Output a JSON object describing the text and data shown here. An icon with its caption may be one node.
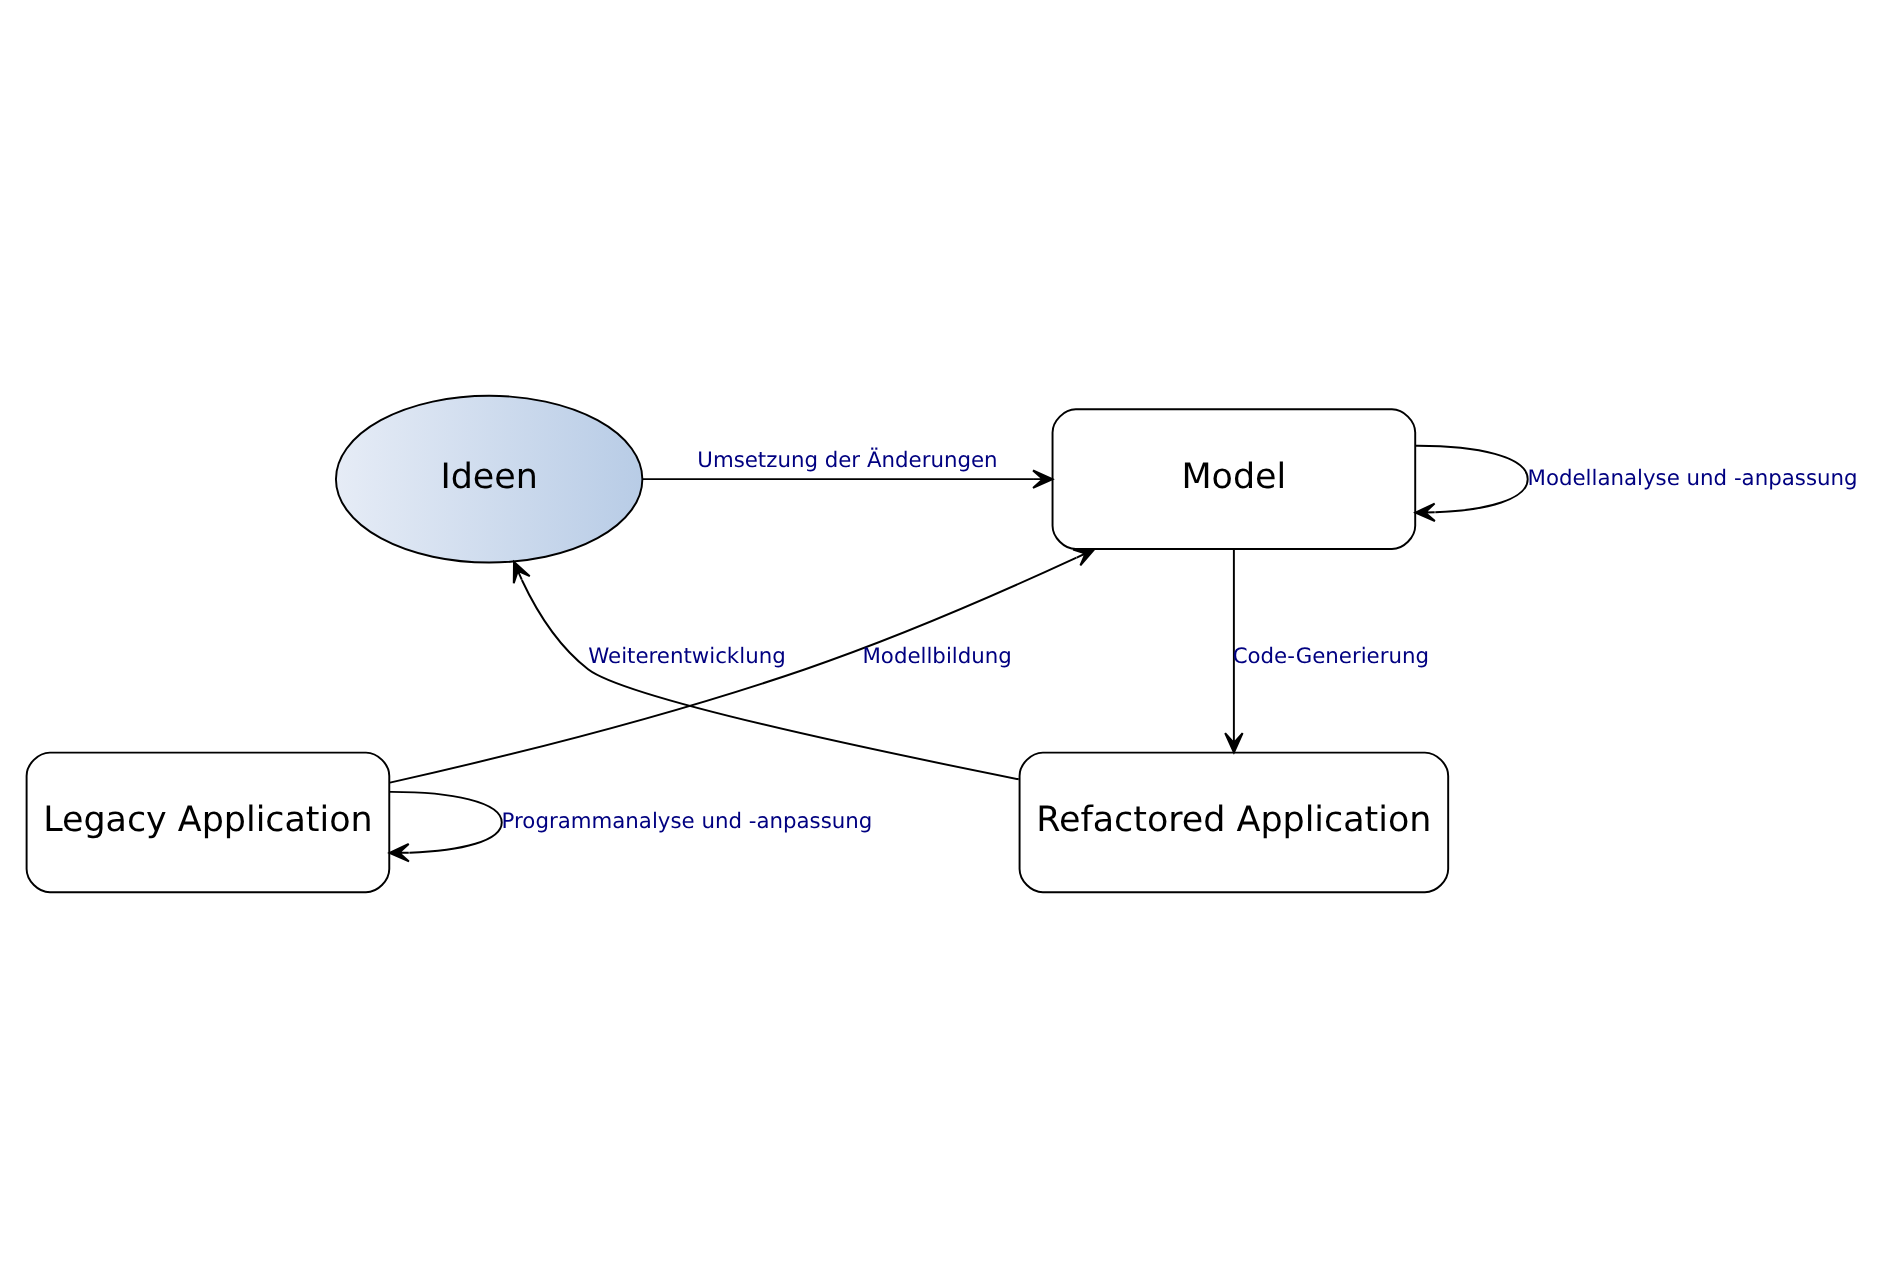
{
  "diagram": {
    "nodes": [
      {
        "text": [
          "Model"
        ]
      },
      {
        "text": [
          "Legacy Application"
        ]
      },
      {
        "text": [
          "Refactored Application"
        ]
      },
      {
        "text": [
          "Ideen"
        ]
      }
    ],
    "edges": [
      {
        "from": 0,
        "to": 0,
        "arrow": "to",
        "label": "Modellanalyse und -anpassung"
      },
      {
        "from": 1,
        "to": 0,
        "arrow": "to",
        "label": "Modellbildung"
      },
      {
        "from": 0,
        "to": 2,
        "arrow": "to",
        "label": "Code-Generierung"
      },
      {
        "from": 2,
        "to": 3,
        "arrow": "to",
        "label": "Weiterentwicklung"
      },
      {
        "from": 3,
        "to": 0,
        "arrow": "to",
        "label": "Umsetzung der Änderungen"
      },
      {
        "from": 1,
        "to": 1,
        "arrow": "to",
        "label": "Programmanalyse und -anpassung"
      }
    ]
  }
}
